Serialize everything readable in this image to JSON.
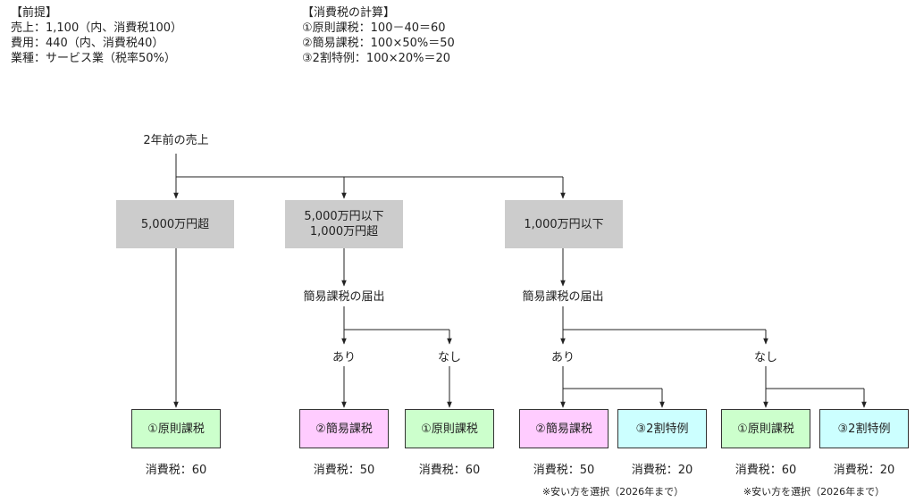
{
  "premise": {
    "heading": "【前提】",
    "sales": "売上：1,100（内、消費税100）",
    "costs": "費用：440（内、消費税40）",
    "industry": "業種：サービス業（税率50%）"
  },
  "calculation": {
    "heading": "【消費税の計算】",
    "general": "①原則課税：100－40＝60",
    "simplified": "②簡易課税：100×50%＝50",
    "special": "③2割特例：100×20%＝20"
  },
  "root": "2年前の売上",
  "categories": {
    "over_50m": "5,000万円超",
    "mid_line1": "5,000万円以下",
    "mid_line2": "1,000万円超",
    "under_10m": "1,000万円以下"
  },
  "decision": "簡易課税の届出",
  "branches": {
    "yes": "あり",
    "no": "なし"
  },
  "outcomes": {
    "general": "①原則課税",
    "simplified": "②簡易課税",
    "special": "③2割特例"
  },
  "taxes": {
    "t60": "消費税：60",
    "t50": "消費税：50",
    "t20": "消費税：20"
  },
  "note": "※安い方を選択（2026年まで）"
}
